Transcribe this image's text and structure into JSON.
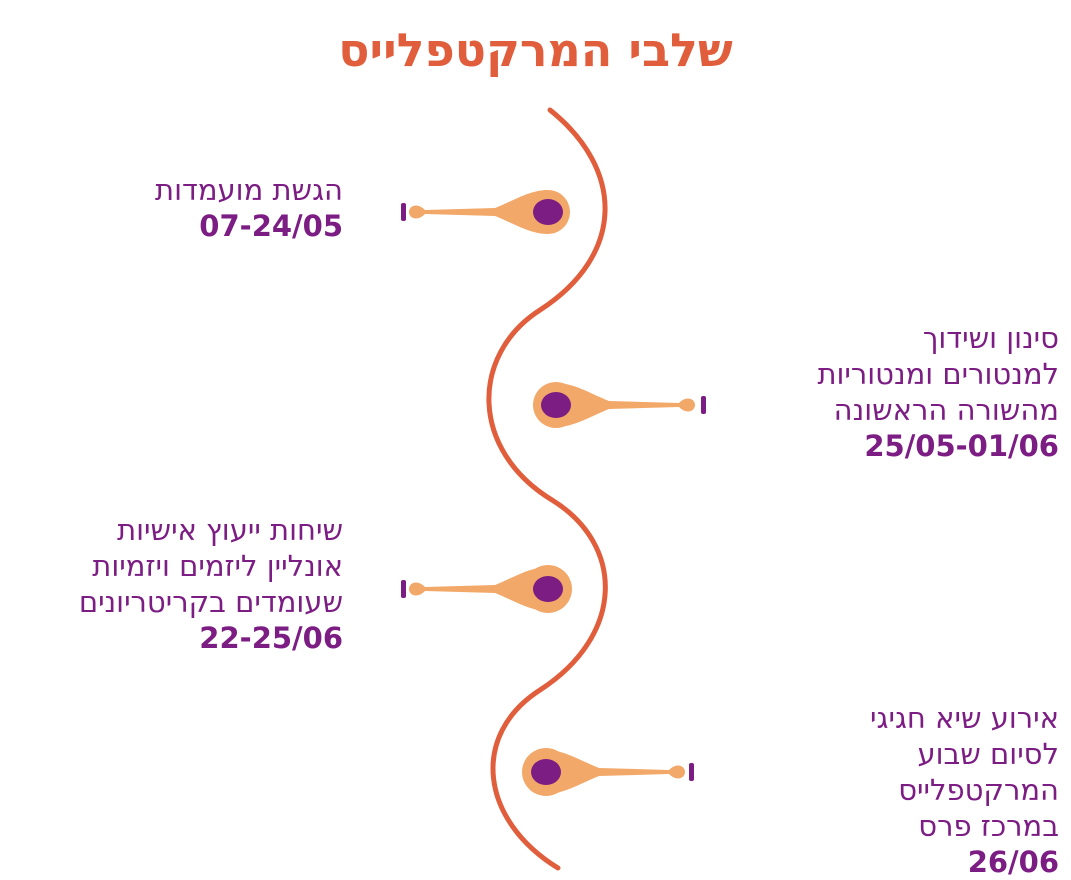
{
  "title": "שלבי המרקטפלייס",
  "colors": {
    "title": "#e05e3c",
    "wave": "#e05e3c",
    "node_outer": "#f2a869",
    "node_inner": "#7c1d84",
    "text": "#7c1d84"
  },
  "steps": [
    {
      "description": "הגשת מועמדות",
      "date": "07-24/05"
    },
    {
      "description": "סינון ושידוך\nלמנטורים ומנטוריות\nמהשורה הראשונה",
      "date": "25/05-01/06"
    },
    {
      "description": "שיחות ייעוץ אישיות\nאונליין ליזמים ויזמיות\nשעומדים בקריטריונים",
      "date": "22-25/06"
    },
    {
      "description": "אירוע שיא חגיגי\nלסיום שבוע\nהמרקטפלייס\nבמרכז פרס",
      "date": "26/06"
    }
  ]
}
